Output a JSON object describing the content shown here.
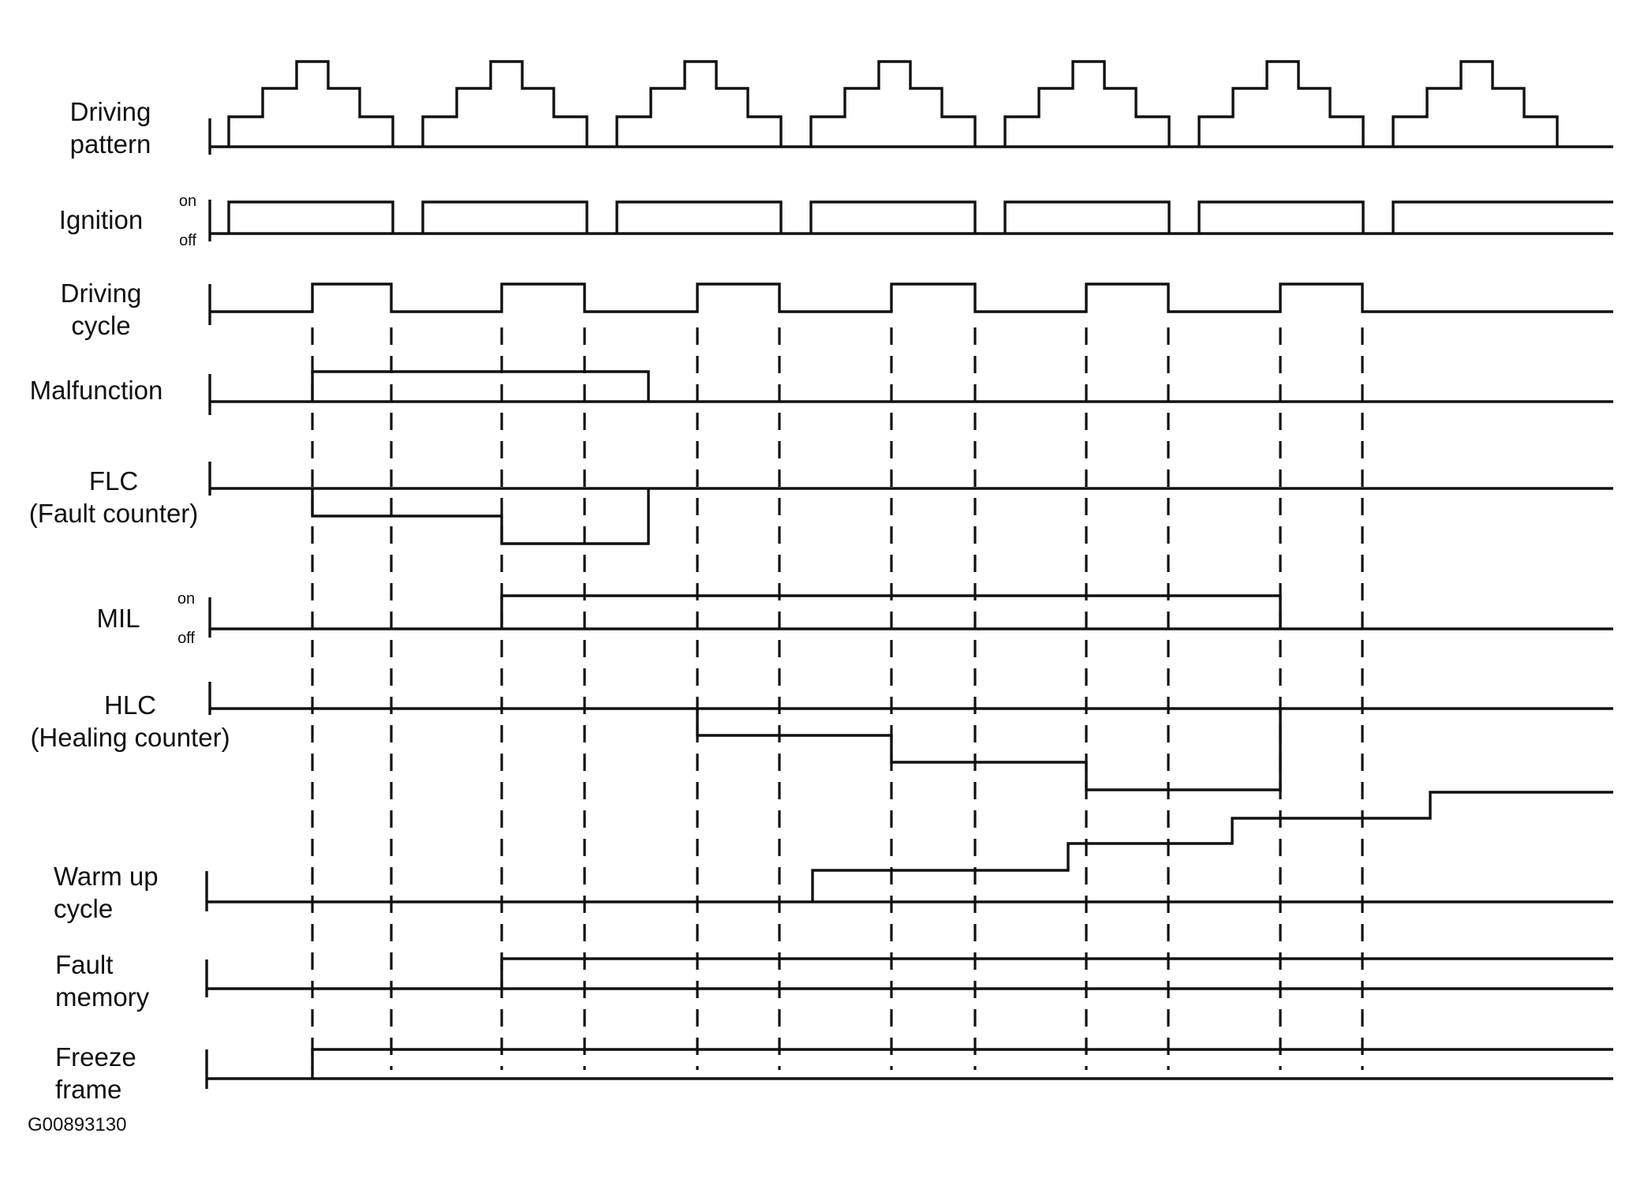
{
  "figure_code": "G00893130",
  "signals": [
    {
      "key": "driving_pattern",
      "lines": [
        "Driving",
        "pattern"
      ],
      "states": []
    },
    {
      "key": "ignition",
      "lines": [
        "Ignition"
      ],
      "states": [
        "on",
        "off"
      ]
    },
    {
      "key": "driving_cycle",
      "lines": [
        "Driving",
        "cycle"
      ],
      "states": []
    },
    {
      "key": "malfunction",
      "lines": [
        "Malfunction"
      ],
      "states": []
    },
    {
      "key": "flc",
      "lines": [
        "FLC",
        "(Fault counter)"
      ],
      "states": []
    },
    {
      "key": "mil",
      "lines": [
        "MIL"
      ],
      "states": [
        "on",
        "off"
      ]
    },
    {
      "key": "hlc",
      "lines": [
        "HLC",
        "(Healing counter)"
      ],
      "states": []
    },
    {
      "key": "warm_up_cycle",
      "lines": [
        "Warm up",
        "cycle"
      ],
      "states": []
    },
    {
      "key": "fault_memory",
      "lines": [
        "Fault",
        "memory"
      ],
      "states": []
    },
    {
      "key": "freeze_frame",
      "lines": [
        "Freeze",
        "frame"
      ],
      "states": []
    }
  ]
}
